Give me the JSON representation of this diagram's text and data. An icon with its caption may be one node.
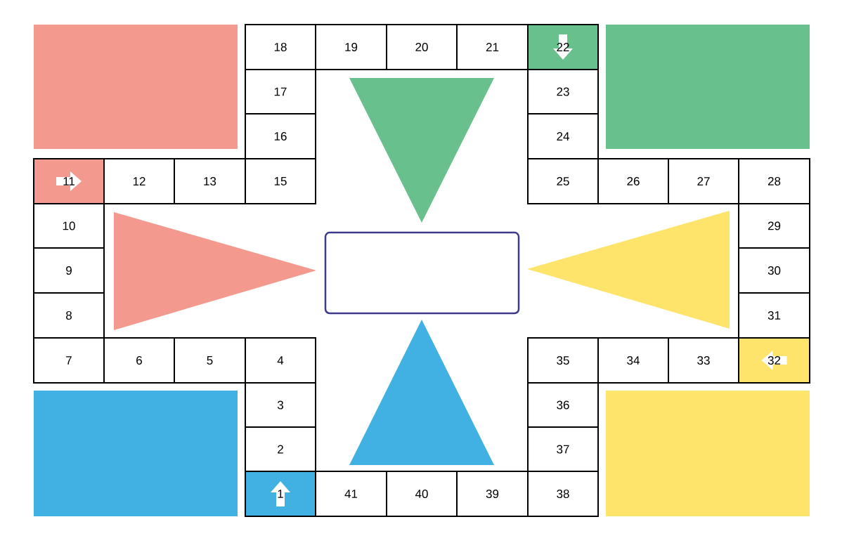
{
  "diagram": {
    "nodes": [
      {
        "text": [
          "18"
        ]
      },
      {
        "text": [
          "19"
        ]
      },
      {
        "text": [
          "20"
        ]
      },
      {
        "text": [
          "21"
        ]
      },
      {
        "text": [
          "22"
        ]
      },
      {
        "text": [
          "17"
        ]
      },
      {
        "text": [
          "23"
        ]
      },
      {
        "text": [
          "16"
        ]
      },
      {
        "text": [
          "24"
        ]
      },
      {
        "text": [
          "11"
        ]
      },
      {
        "text": [
          "12"
        ]
      },
      {
        "text": [
          "13"
        ]
      },
      {
        "text": [
          "15"
        ]
      },
      {
        "text": [
          "25"
        ]
      },
      {
        "text": [
          "26"
        ]
      },
      {
        "text": [
          "27"
        ]
      },
      {
        "text": [
          "28"
        ]
      },
      {
        "text": [
          "10"
        ]
      },
      {
        "text": [
          "29"
        ]
      },
      {
        "text": [
          "9"
        ]
      },
      {
        "text": [
          "30"
        ]
      },
      {
        "text": [
          "8"
        ]
      },
      {
        "text": [
          "31"
        ]
      },
      {
        "text": [
          "7"
        ]
      },
      {
        "text": [
          "6"
        ]
      },
      {
        "text": [
          "5"
        ]
      },
      {
        "text": [
          "4"
        ]
      },
      {
        "text": [
          "35"
        ]
      },
      {
        "text": [
          "34"
        ]
      },
      {
        "text": [
          "33"
        ]
      },
      {
        "text": [
          "32"
        ]
      },
      {
        "text": [
          "3"
        ]
      },
      {
        "text": [
          "36"
        ]
      },
      {
        "text": [
          "2"
        ]
      },
      {
        "text": [
          "37"
        ]
      },
      {
        "text": [
          "1"
        ]
      },
      {
        "text": [
          "41"
        ]
      },
      {
        "text": [
          "40"
        ]
      },
      {
        "text": [
          "39"
        ]
      },
      {
        "text": [
          "38"
        ]
      }
    ]
  }
}
